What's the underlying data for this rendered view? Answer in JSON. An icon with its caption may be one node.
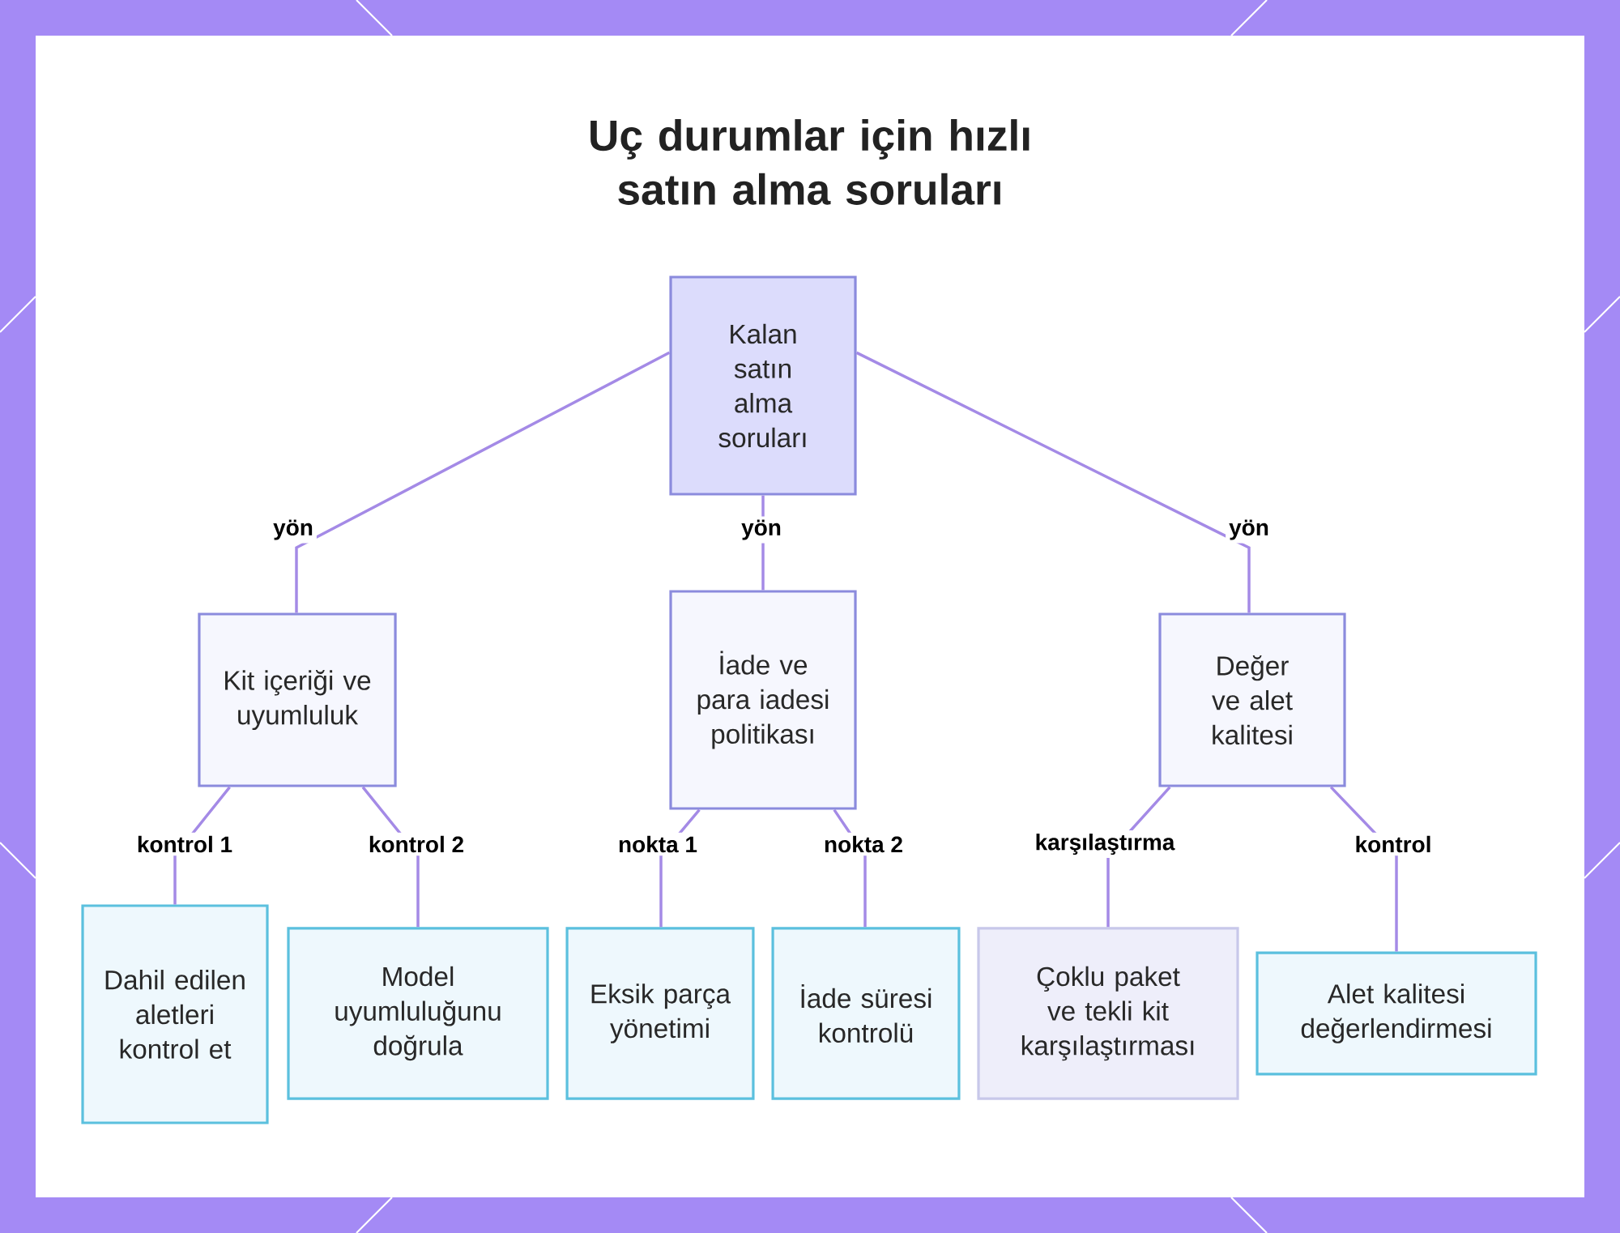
{
  "diagram": {
    "title": "Uç durumlar için hızlı satın alma soruları",
    "nodes": [
      {
        "text": [
          "Kalan satın alma soruları"
        ]
      },
      {
        "text": [
          "Kit içeriği ve uyumluluk"
        ]
      },
      {
        "text": [
          "İade ve para iadesi politikası"
        ]
      },
      {
        "text": [
          "Değer ve alet kalitesi"
        ]
      },
      {
        "text": [
          "Dahil edilen aletleri kontrol et"
        ]
      },
      {
        "text": [
          "Model uyumluluğunu doğrula"
        ]
      },
      {
        "text": [
          "Eksik parça yönetimi"
        ]
      },
      {
        "text": [
          "İade süresi kontrolü"
        ]
      },
      {
        "text": [
          "Çoklu paket ve tekli kit karşılaştırması"
        ]
      },
      {
        "text": [
          "Alet kalitesi değerlendirmesi"
        ]
      }
    ],
    "edges": [
      {
        "from": 0,
        "to": 1,
        "arrow": "none",
        "label": "yön"
      },
      {
        "from": 0,
        "to": 2,
        "arrow": "none",
        "label": "yön"
      },
      {
        "from": 0,
        "to": 3,
        "arrow": "none",
        "label": "yön"
      },
      {
        "from": 1,
        "to": 4,
        "arrow": "none",
        "label": "kontrol 1"
      },
      {
        "from": 1,
        "to": 5,
        "arrow": "none",
        "label": "kontrol 2"
      },
      {
        "from": 2,
        "to": 6,
        "arrow": "none",
        "label": "nokta 1"
      },
      {
        "from": 2,
        "to": 7,
        "arrow": "none",
        "label": "nokta 2"
      },
      {
        "from": 3,
        "to": 8,
        "arrow": "none",
        "label": "karşılaştırma"
      },
      {
        "from": 3,
        "to": 9,
        "arrow": "none",
        "label": "kontrol"
      }
    ]
  }
}
